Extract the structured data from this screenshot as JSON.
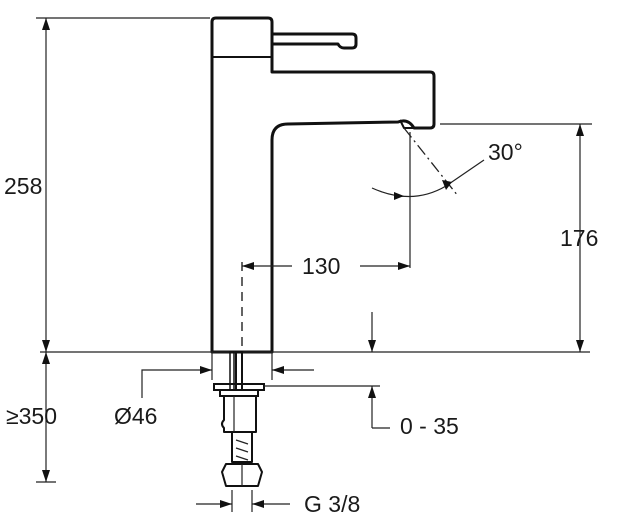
{
  "dimensions": {
    "total_height": "258",
    "min_clearance": "≥350",
    "spout_height": "176",
    "spout_reach": "130",
    "tilt_angle": "30°",
    "hole_diameter": "Ø46",
    "deck_thickness": "0 - 35",
    "thread_size": "G 3/8"
  }
}
